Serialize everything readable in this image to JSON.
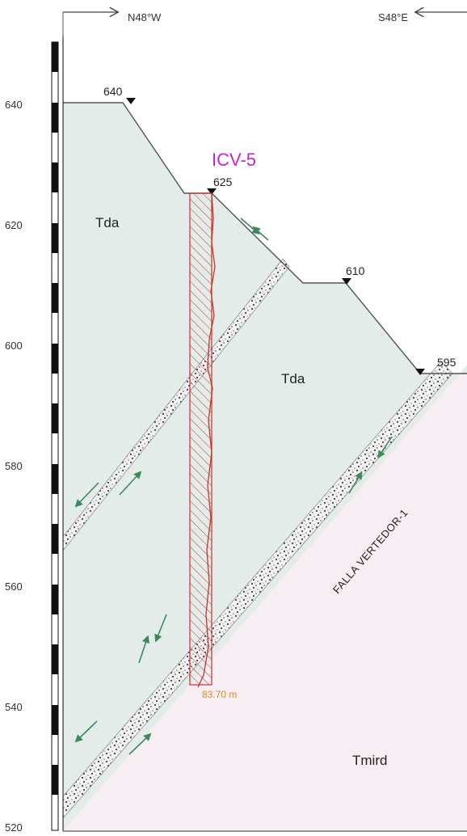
{
  "orientation": {
    "left": "N48°W",
    "right": "S48°E"
  },
  "y_axis": {
    "ticks": [
      "640",
      "620",
      "600",
      "580",
      "560",
      "540",
      "520"
    ]
  },
  "topography": {
    "points": [
      {
        "label": "640"
      },
      {
        "label": "625"
      },
      {
        "label": "610"
      },
      {
        "label": "595"
      }
    ]
  },
  "borehole": {
    "name": "ICV-5",
    "depth_label": "83.70 m"
  },
  "units": {
    "upper_left": "Tda",
    "upper_right": "Tda",
    "lower": "Tmird"
  },
  "fault": {
    "name": "FALLA VERTEDOR-1"
  },
  "colors": {
    "tda_fill": "#e3ece8",
    "tmird_fill": "#f6eef2",
    "borehole": "#c8332f",
    "borehole_label": "#cc22cc",
    "depth_label": "#e08a1c",
    "arrow": "#3a8a5a"
  }
}
